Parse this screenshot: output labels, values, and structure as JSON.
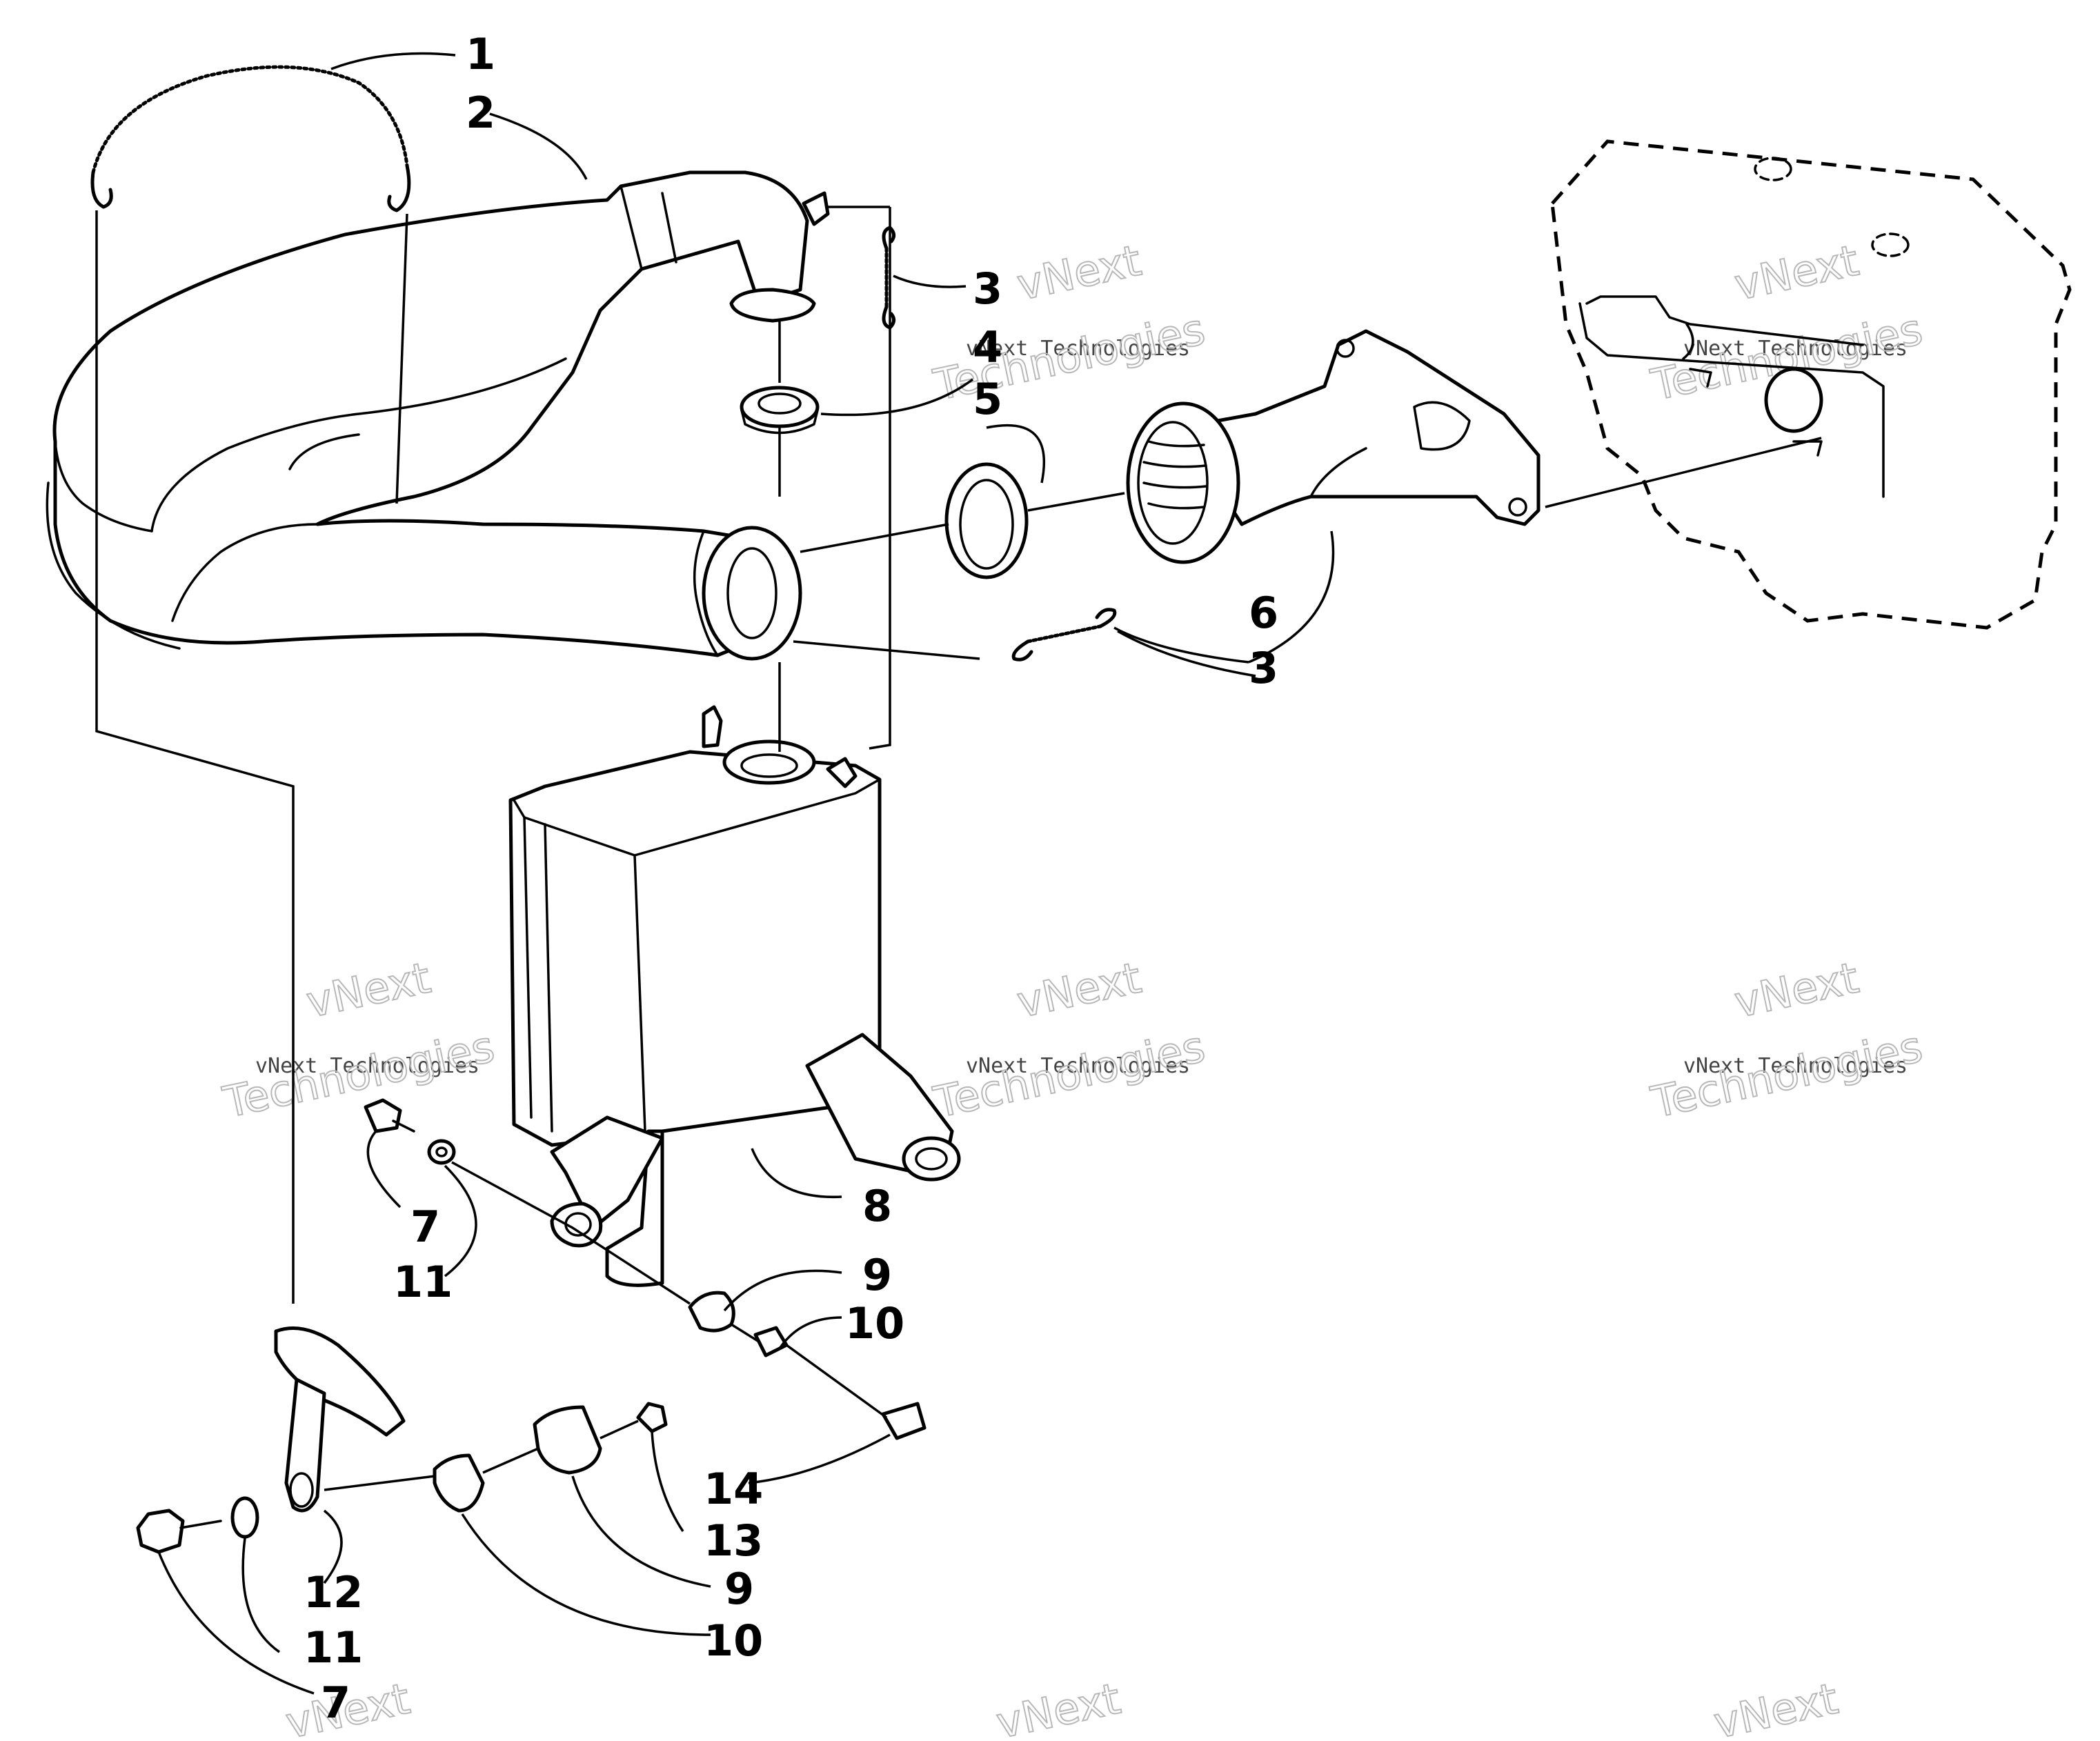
{
  "diagram": {
    "callouts": [
      {
        "id": "c1",
        "text": "1"
      },
      {
        "id": "c2",
        "text": "2"
      },
      {
        "id": "c3a",
        "text": "3"
      },
      {
        "id": "c4",
        "text": "4"
      },
      {
        "id": "c5",
        "text": "5"
      },
      {
        "id": "c3b",
        "text": "3"
      },
      {
        "id": "c6",
        "text": "6"
      },
      {
        "id": "c7a",
        "text": "7"
      },
      {
        "id": "c11a",
        "text": "11"
      },
      {
        "id": "c8",
        "text": "8"
      },
      {
        "id": "c9a",
        "text": "9"
      },
      {
        "id": "c10a",
        "text": "10"
      },
      {
        "id": "c14",
        "text": "14"
      },
      {
        "id": "c13",
        "text": "13"
      },
      {
        "id": "c9b",
        "text": "9"
      },
      {
        "id": "c10b",
        "text": "10"
      },
      {
        "id": "c12",
        "text": "12"
      },
      {
        "id": "c11b",
        "text": "11"
      },
      {
        "id": "c7b",
        "text": "7"
      }
    ]
  },
  "watermark": {
    "brand": "vNext",
    "line1": "vNext Technologies",
    "line2": "Technologies"
  }
}
